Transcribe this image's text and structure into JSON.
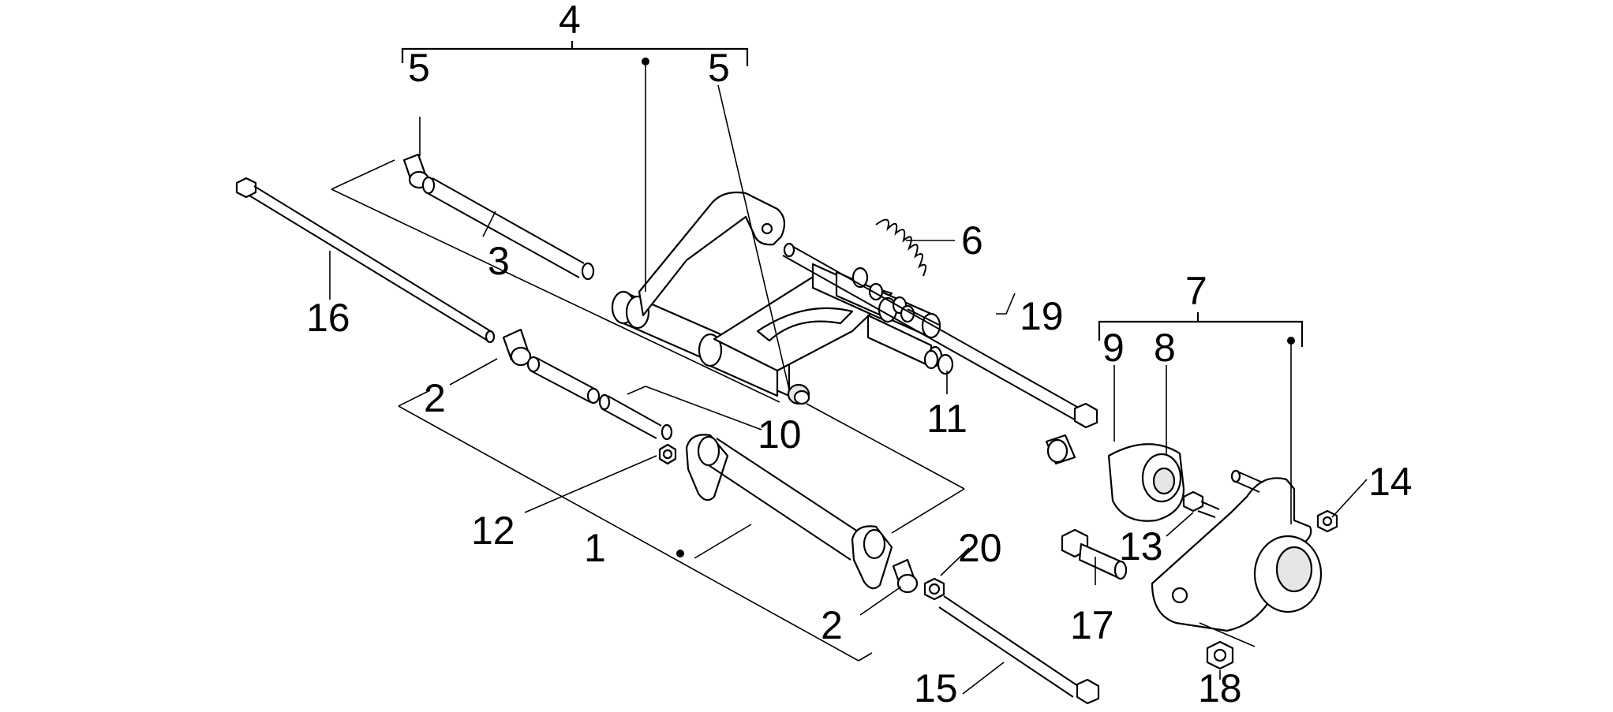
{
  "callouts": {
    "c1": "1",
    "c2a": "2",
    "c2b": "2",
    "c3": "3",
    "c4": "4",
    "c5a": "5",
    "c5b": "5",
    "c6": "6",
    "c7": "7",
    "c8": "8",
    "c9": "9",
    "c10": "10",
    "c11": "11",
    "c12": "12",
    "c13": "13",
    "c14": "14",
    "c15": "15",
    "c16": "16",
    "c17": "17",
    "c18": "18",
    "c19": "19",
    "c20": "20"
  }
}
